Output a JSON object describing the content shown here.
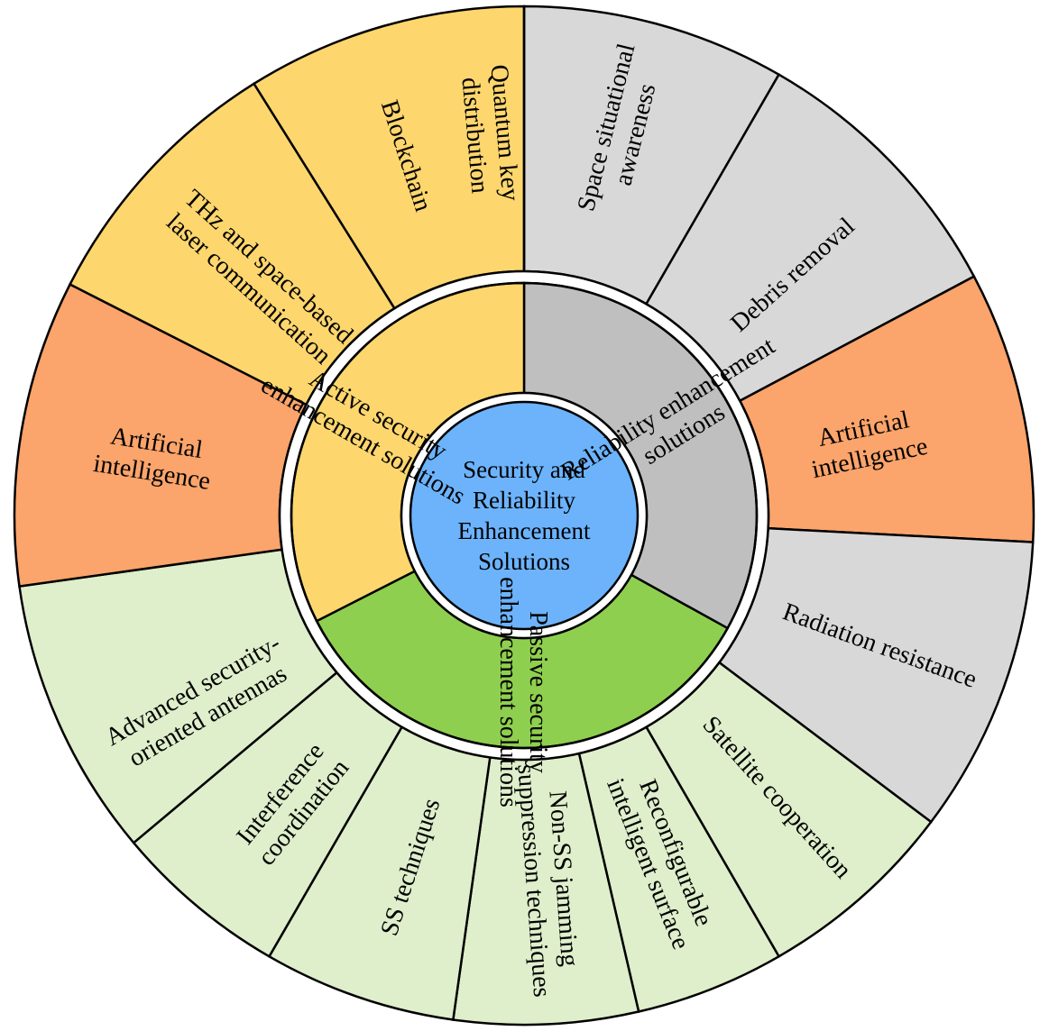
{
  "colors": {
    "active": "#FDD66E",
    "reliability_outer": "#D8D8D8",
    "reliability_inner": "#BFBFBF",
    "ai": "#FBA46B",
    "passive_outer": "#DFEECB",
    "passive_inner": "#8FCF4F",
    "center": "#6CB3FB"
  },
  "center": {
    "lines": [
      "Security and",
      "Reliability",
      "Enhancement",
      "Solutions"
    ]
  },
  "categories": [
    {
      "key": "active",
      "lines": [
        "Active security",
        "enhancement solutions"
      ],
      "color": "#FDD66E"
    },
    {
      "key": "reliability",
      "lines": [
        "Reliability enhancement",
        "solutions"
      ],
      "color": "#BFBFBF"
    },
    {
      "key": "passive",
      "lines": [
        "Passive security",
        "enhancement solutions"
      ],
      "color": "#8FCF4F"
    }
  ],
  "outer_segments": [
    {
      "key": "space-situational-awareness",
      "lines": [
        "Space situational",
        "awareness"
      ],
      "color": "#D8D8D8"
    },
    {
      "key": "debris-removal",
      "lines": [
        "Debris removal"
      ],
      "color": "#D8D8D8"
    },
    {
      "key": "artificial-intelligence-right",
      "lines": [
        "Artificial",
        "intelligence"
      ],
      "color": "#FBA46B"
    },
    {
      "key": "radiation-resistance",
      "lines": [
        "Radiation resistance"
      ],
      "color": "#D8D8D8"
    },
    {
      "key": "satellite-cooperation",
      "lines": [
        "Satellite cooperation"
      ],
      "color": "#DFEECB"
    },
    {
      "key": "reconfigurable-intelligent-surface",
      "lines": [
        "Reconfigurable",
        "intelligent surface"
      ],
      "color": "#DFEECB"
    },
    {
      "key": "non-ss-jamming",
      "lines": [
        "Non-SS jamming",
        "suppression techniques"
      ],
      "color": "#DFEECB"
    },
    {
      "key": "ss-techniques",
      "lines": [
        "SS techniques"
      ],
      "color": "#DFEECB"
    },
    {
      "key": "interference-coordination",
      "lines": [
        "Interference",
        "coordination"
      ],
      "color": "#DFEECB"
    },
    {
      "key": "advanced-antennas",
      "lines": [
        "Advanced security-",
        "oriented antennas"
      ],
      "color": "#DFEECB"
    },
    {
      "key": "artificial-intelligence-left",
      "lines": [
        "Artificial",
        "intelligence"
      ],
      "color": "#FBA46B"
    },
    {
      "key": "thz-laser",
      "lines": [
        "THz and space-based",
        "laser communication"
      ],
      "color": "#FDD66E"
    },
    {
      "key": "blockchain",
      "lines": [
        "Blockchain"
      ],
      "color": "#FDD66E"
    },
    {
      "key": "quantum-key-distribution",
      "lines": [
        "Quantum key",
        "distribution"
      ],
      "color": "#FDD66E"
    }
  ]
}
